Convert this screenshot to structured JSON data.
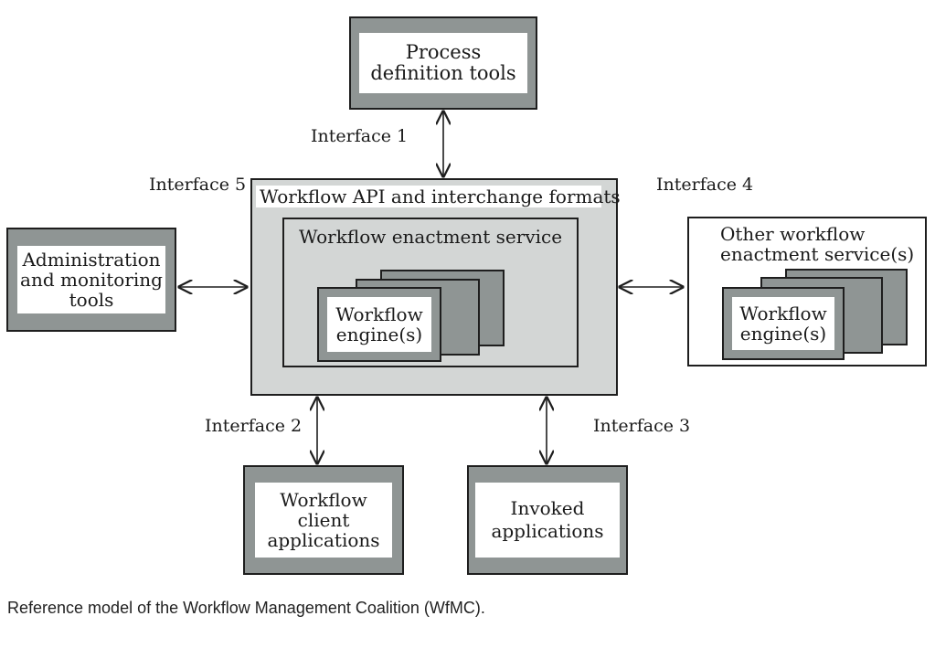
{
  "diagram": {
    "process_tools": {
      "lines": [
        "Process",
        "definition tools"
      ]
    },
    "api": {
      "title": "Workflow API and interchange formats"
    },
    "enactment": {
      "title": "Workflow enactment service"
    },
    "engine_main": {
      "lines": [
        "Workflow",
        "engine(s)"
      ]
    },
    "admin_tools": {
      "lines": [
        "Administration",
        "and monitoring",
        "tools"
      ]
    },
    "other_service": {
      "lines": [
        "Other workflow",
        "enactment service(s)"
      ]
    },
    "engine_other": {
      "lines": [
        "Workflow",
        "engine(s)"
      ]
    },
    "client_apps": {
      "lines": [
        "Workflow",
        "client",
        "applications"
      ]
    },
    "invoked_apps": {
      "lines": [
        "Invoked",
        "applications"
      ]
    },
    "interfaces": {
      "i1": "Interface 1",
      "i2": "Interface 2",
      "i3": "Interface 3",
      "i4": "Interface 4",
      "i5": "Interface 5"
    },
    "colors": {
      "box_gray": "#8f9594",
      "api_gray": "#d3d6d5",
      "border": "#1e1e1e"
    }
  },
  "caption": "Reference model of the Workflow Management Coalition (WfMC)."
}
